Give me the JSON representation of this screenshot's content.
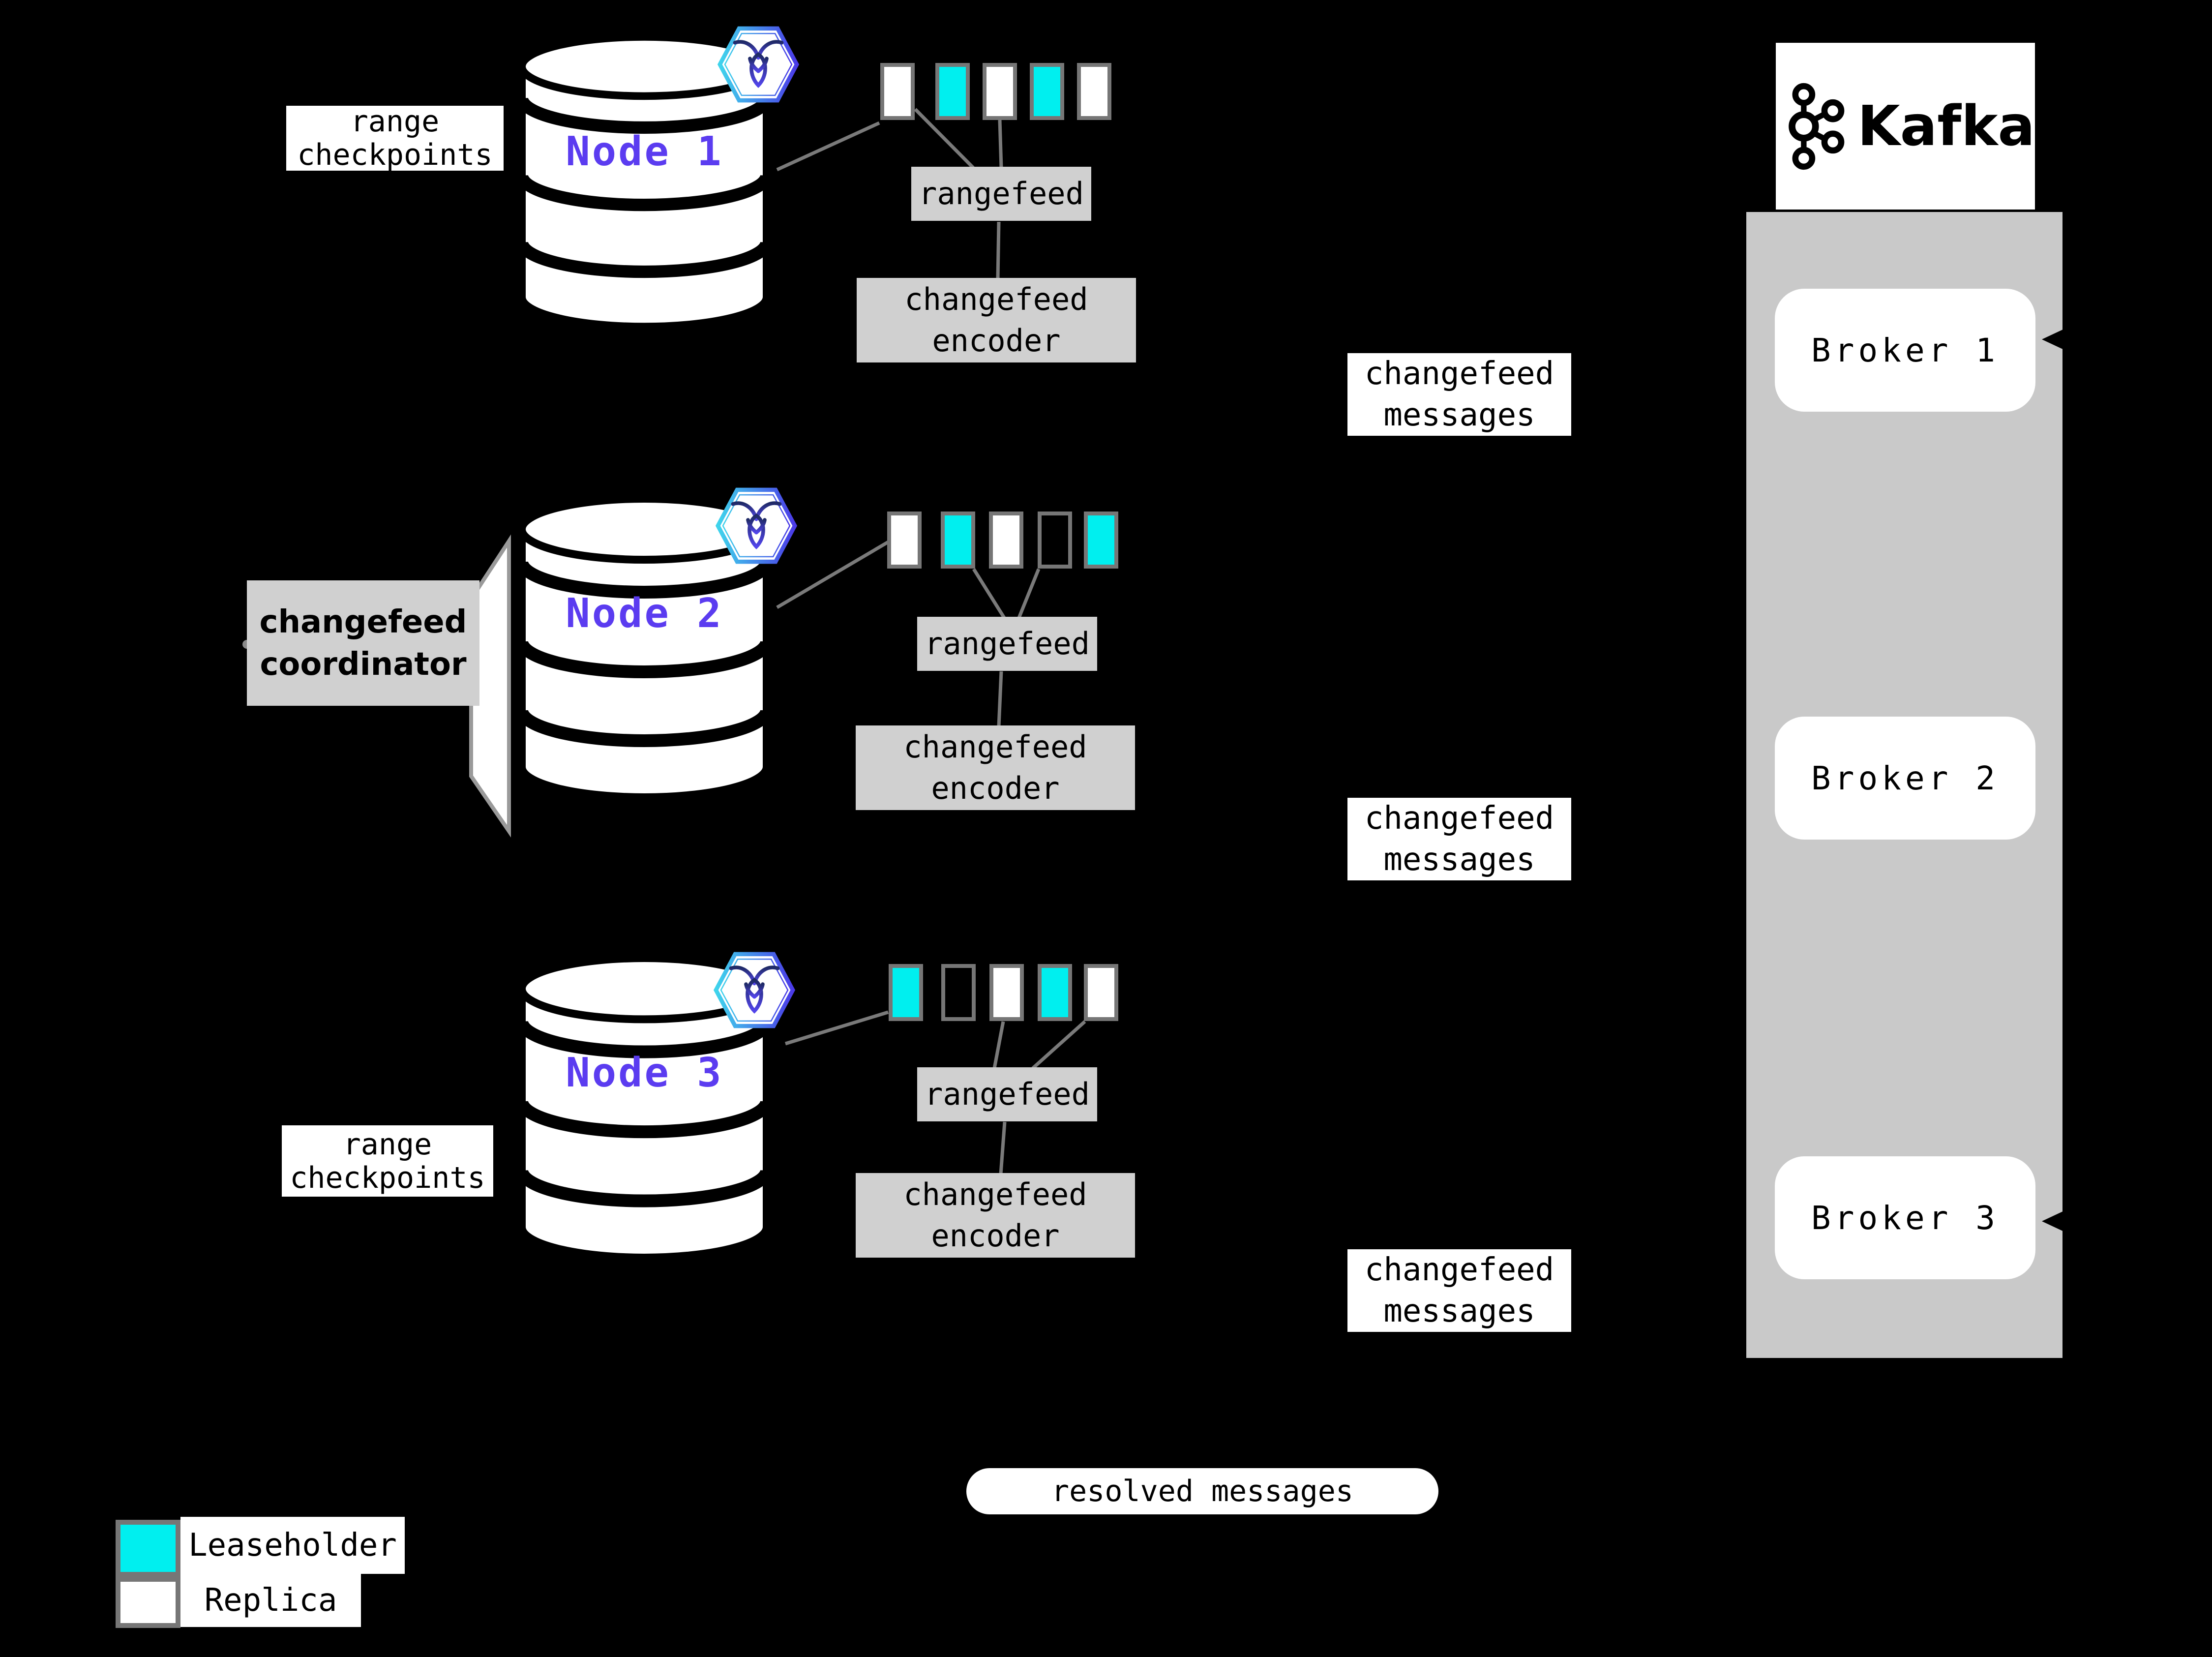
{
  "background_color": "#000000",
  "colors": {
    "leaseholder_fill": "#00efef",
    "replica_fill": "#ffffff",
    "node_label_purple": "#5b3cf0",
    "box_gray": "#d0d0d0",
    "kafka_container_gray": "#c9c9c9",
    "connector_gray": "#7a7a7a"
  },
  "nodes": [
    {
      "name": "Node 1",
      "ranges": [
        "replica",
        "leaseholder",
        "replica",
        "leaseholder",
        "replica"
      ],
      "rangefeed": "rangefeed",
      "encoder_line1": "changefeed",
      "encoder_line2": "encoder",
      "messages_line1": "changefeed",
      "messages_line2": "messages"
    },
    {
      "name": "Node 2",
      "ranges": [
        "replica",
        "leaseholder",
        "replica",
        "empty",
        "leaseholder"
      ],
      "rangefeed": "rangefeed",
      "encoder_line1": "changefeed",
      "encoder_line2": "encoder",
      "messages_line1": "changefeed",
      "messages_line2": "messages"
    },
    {
      "name": "Node 3",
      "ranges": [
        "leaseholder",
        "empty",
        "replica",
        "leaseholder",
        "replica"
      ],
      "rangefeed": "rangefeed",
      "encoder_line1": "changefeed",
      "encoder_line2": "encoder",
      "messages_line1": "changefeed",
      "messages_line2": "messages"
    }
  ],
  "side_labels": {
    "range_checkpoints_line1": "range",
    "range_checkpoints_line2": "checkpoints",
    "coordinator_line1": "changefeed",
    "coordinator_line2": "coordinator",
    "resolved_messages": "resolved messages"
  },
  "kafka": {
    "wordmark": "Kafka",
    "brokers": [
      "Broker 1",
      "Broker 2",
      "Broker 3"
    ]
  },
  "legend": {
    "items": [
      {
        "label": "Leaseholder",
        "type": "leaseholder"
      },
      {
        "label": "Replica",
        "type": "replica"
      }
    ]
  }
}
